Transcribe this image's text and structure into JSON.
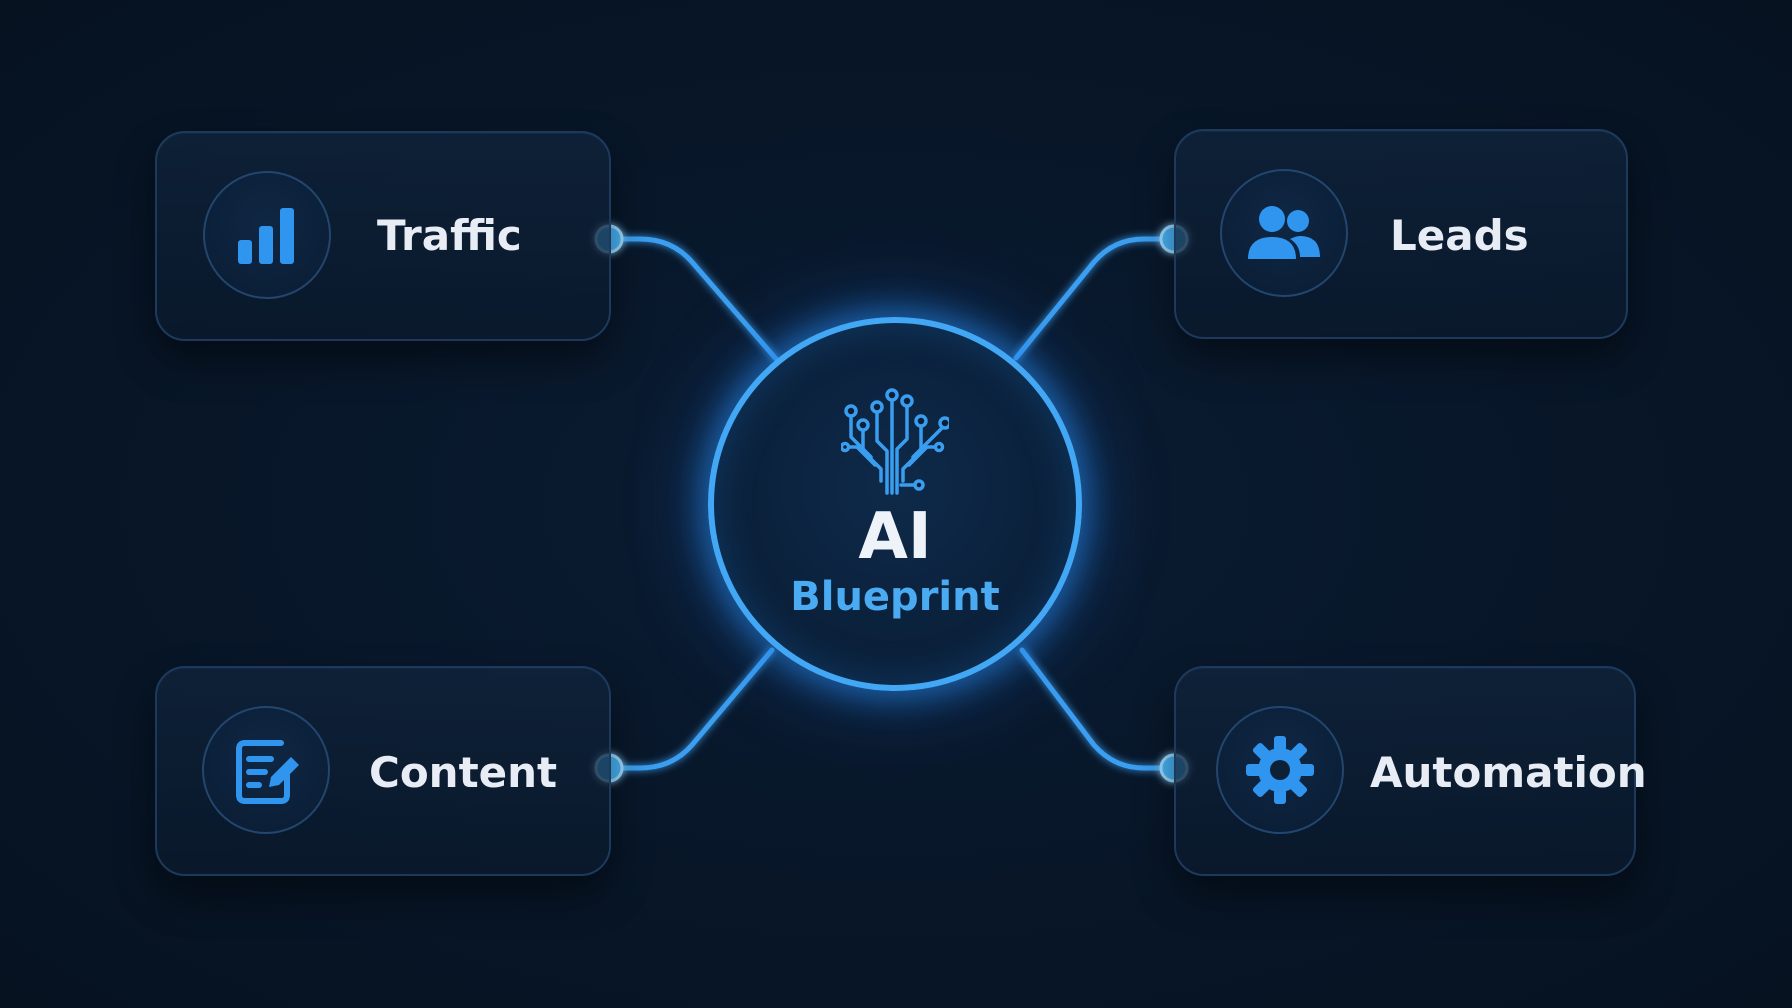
{
  "hub": {
    "title": "AI",
    "subtitle": "Blueprint",
    "icon": "circuit-tree-icon"
  },
  "nodes": [
    {
      "id": "traffic",
      "label": "Traffic",
      "icon": "bar-chart-icon",
      "position": "top-left"
    },
    {
      "id": "leads",
      "label": "Leads",
      "icon": "users-icon",
      "position": "top-right"
    },
    {
      "id": "content",
      "label": "Content",
      "icon": "document-edit-icon",
      "position": "bottom-left"
    },
    {
      "id": "automation",
      "label": "Automation",
      "icon": "gear-icon",
      "position": "bottom-right"
    }
  ],
  "colors": {
    "background": "#08172a",
    "accent": "#42a8f5",
    "card_border": "#1d3a5c",
    "label": "#e8edf5",
    "subtitle": "#4aaaf2"
  }
}
